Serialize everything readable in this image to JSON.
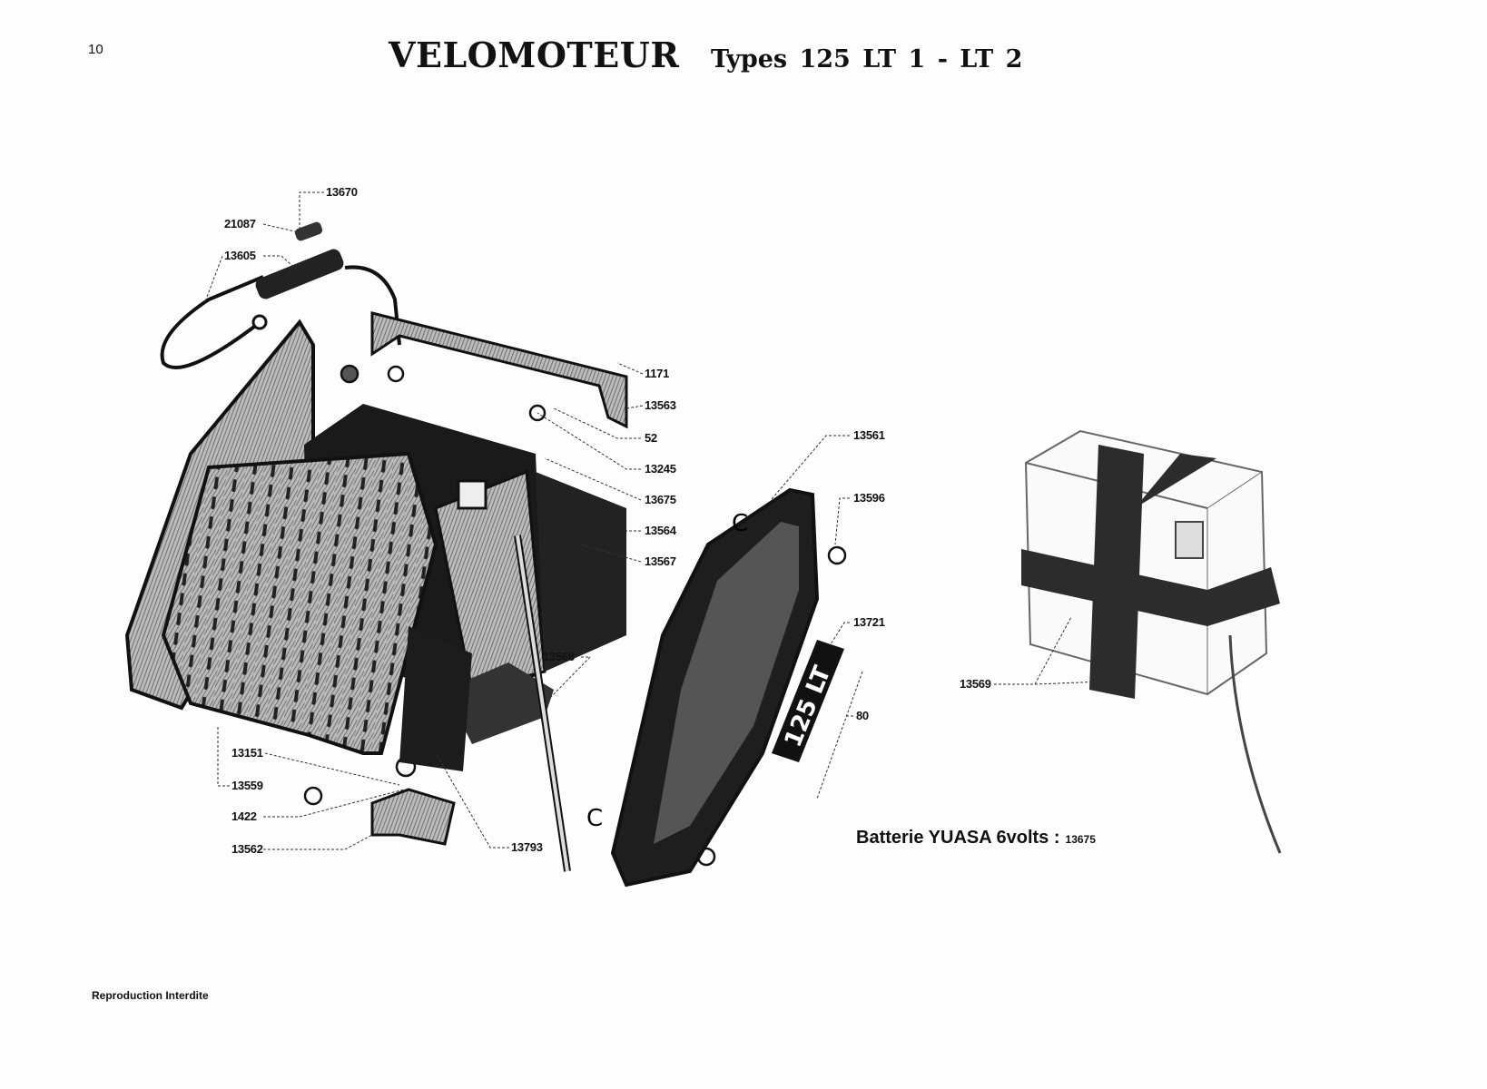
{
  "page_number": "10",
  "title": "VELOMOTEUR",
  "subtitle": "Types 125 LT 1 - LT 2",
  "footer": "Reproduction Interdite",
  "plate_text": "125 LT",
  "battery_note": {
    "text": "Batterie YUASA 6volts :",
    "code": "13675"
  },
  "part_labels": {
    "p13670": "13670",
    "p21087": "21087",
    "p13605": "13605",
    "p1171": "1171",
    "p13563": "13563",
    "p52": "52",
    "p13245": "13245",
    "p13675": "13675",
    "p13564": "13564",
    "p13567": "13567",
    "p13561": "13561",
    "p13596": "13596",
    "p13721": "13721",
    "p80": "80",
    "p13568": "13568",
    "p13151": "13151",
    "p13559": "13559",
    "p1422": "1422",
    "p13562": "13562",
    "p13793": "13793",
    "p13569": "13569"
  }
}
